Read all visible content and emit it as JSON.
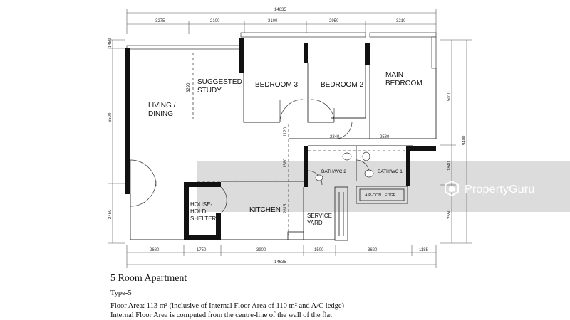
{
  "dimensions": {
    "top_overall": "14635",
    "top_segments": [
      "3275",
      "2100",
      "3100",
      "2950",
      "3210"
    ],
    "mid_segments": [
      "2340",
      "2530"
    ],
    "bottom_segments": [
      "2680",
      "1750",
      "3900",
      "1500",
      "3620",
      "1185"
    ],
    "bottom_overall": "14635",
    "left_segments": [
      "1450",
      "6500",
      "2450"
    ],
    "right_segments": [
      "5010",
      "1840",
      "2550"
    ],
    "right_overall": "9400",
    "interior": {
      "study_height": "3290",
      "corridor_1": "1120",
      "corridor_2": "1580",
      "kitchen_height": "2615"
    }
  },
  "rooms": {
    "living_dining": [
      "LIVING /",
      "DINING"
    ],
    "suggested_study": [
      "SUGGESTED",
      "STUDY"
    ],
    "bedroom_3": "BEDROOM 3",
    "bedroom_2": "BEDROOM 2",
    "main_bedroom": [
      "MAIN",
      "BEDROOM"
    ],
    "bath_wc_2": "BATH/WC 2",
    "bath_wc_1": "BATH/WC 1",
    "aircon_ledge": "AIR-CON LEDGE",
    "household_shelter": [
      "HOUSE-",
      "HOLD",
      "SHELTER"
    ],
    "kitchen": "KITCHEN",
    "service_yard": [
      "SERVICE",
      "YARD"
    ]
  },
  "caption": {
    "title": "5 Room Apartment",
    "type": "Type-5",
    "floor_area": "Floor Area: 113 m² (inclusive of Internal Floor Area of 110 m² and A/C ledge)",
    "internal_note": "Internal Floor Area is computed from the centre-line of the wall of the flat"
  },
  "watermark": {
    "text": "PropertyGuru",
    "icon": "propertyguru-logo-icon"
  },
  "colors": {
    "wall": "#111111",
    "watermark_band": "#c8c8c8",
    "background": "#ffffff"
  }
}
